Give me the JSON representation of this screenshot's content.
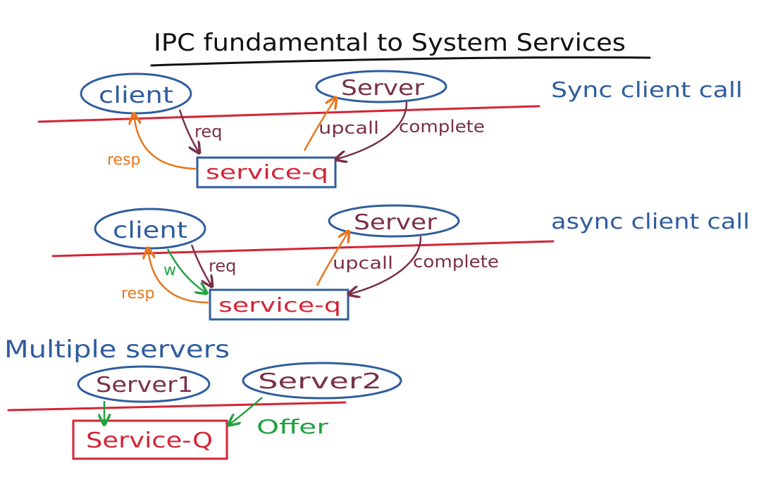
{
  "title": "IPC fundamental to System Services",
  "colors": {
    "ink": "#111111",
    "blue": "#2f5d9e",
    "red": "#d42436",
    "plum": "#7a3049",
    "orange": "#e8751a",
    "green": "#1fa23e"
  },
  "sync": {
    "label": "Sync client call",
    "client": "client",
    "server": "Server",
    "service": "service-q",
    "req": "req",
    "upcall": "upcall",
    "complete": "complete",
    "resp": "resp"
  },
  "async": {
    "label": "async client call",
    "client": "client",
    "server": "Server",
    "service": "service-q",
    "req": "req",
    "upcall": "upcall",
    "complete": "complete",
    "resp": "resp",
    "w": "w"
  },
  "multi": {
    "heading": "Multiple servers",
    "server1": "Server1",
    "server2": "Server2",
    "service": "Service-Q",
    "offer": "Offer"
  }
}
